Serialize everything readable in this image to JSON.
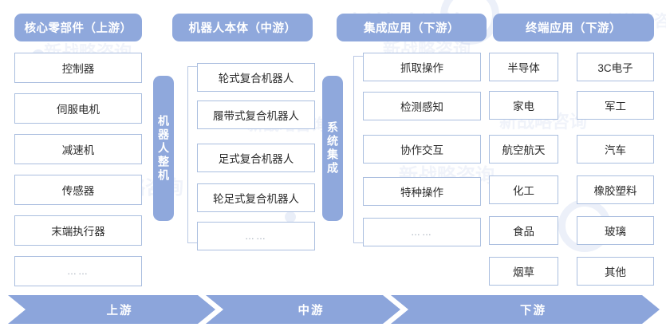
{
  "diagram": {
    "title_columns": [
      {
        "label": "核心零部件（上游）"
      },
      {
        "label": "机器人本体（中游）"
      },
      {
        "label": "集成应用（下游）"
      },
      {
        "label": "终端应用（下游）"
      }
    ],
    "vertical_labels": {
      "upstream_to_mid": "机器人整机",
      "mid_to_down": "系统集成"
    },
    "col1_items": [
      "控制器",
      "伺服电机",
      "减速机",
      "传感器",
      "末端执行器",
      "……"
    ],
    "col2_items": [
      "轮式复合机器人",
      "履带式复合机器人",
      "足式复合机器人",
      "轮足式复合机器人",
      "……"
    ],
    "col3_items": [
      "抓取操作",
      "检测感知",
      "协作交互",
      "特种操作",
      "……"
    ],
    "col4_left_items": [
      "半导体",
      "家电",
      "航空航天",
      "化工",
      "食品",
      "烟草"
    ],
    "col4_right_items": [
      "3C电子",
      "军工",
      "汽车",
      "橡胶塑料",
      "玻璃",
      "其他"
    ],
    "flow_band": [
      {
        "label": "上游"
      },
      {
        "label": "中游"
      },
      {
        "label": "下游"
      }
    ],
    "watermark_text": "新战略咨询",
    "colors": {
      "header_blue": "#8fa8dc",
      "band_blue": "#8ca5db",
      "box_border": "#aabedf",
      "box_fill": "#ffffff",
      "text_dark": "#2b2b2b",
      "text_light": "#ffffff"
    }
  }
}
